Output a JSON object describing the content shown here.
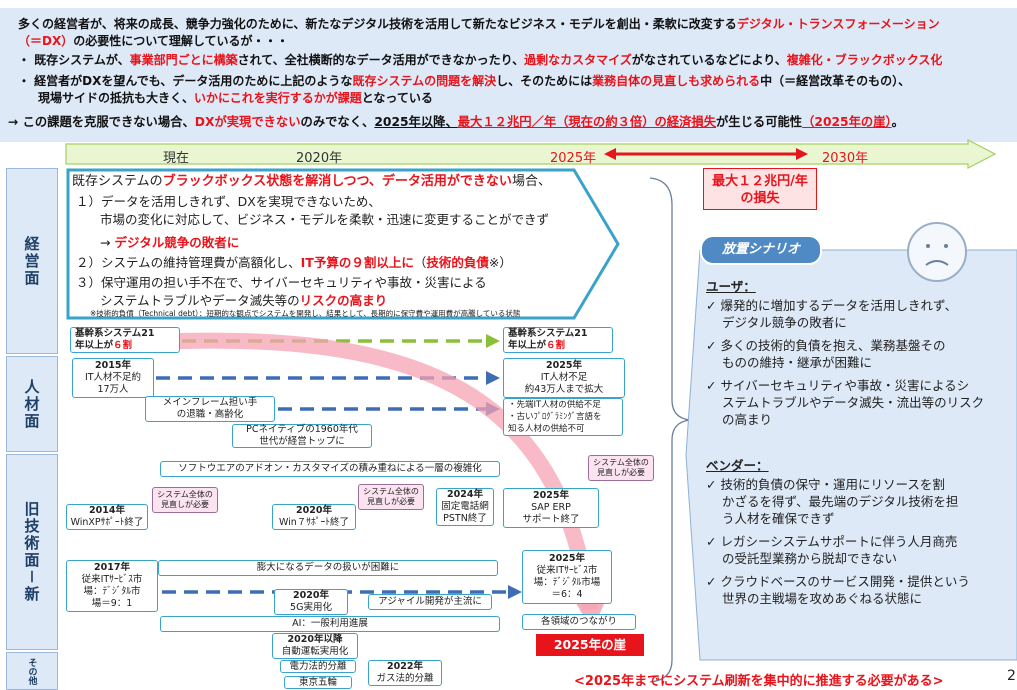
{
  "header": {
    "l1a": "多くの経営者が、将来の成長、競争力強化のために、新たなデジタル技術を活用して新たなビジネス・モデルを創出・柔軟に改変する",
    "l1b": "デジタル・トランスフォーメーション",
    "l2a": "（＝DX）",
    "l2b": "の必要性について理解しているが・・・",
    "l3a": "・ 既存システムが、",
    "l3b": "事業部門ごとに構築",
    "l3c": "されて、全社横断的なデータ活用ができなかったり、",
    "l3d": "過剰なカスタマイズ",
    "l3e": "がなされているなどにより、",
    "l3f": "複雑化・ブラックボックス化",
    "l4a": "・ 経営者がDXを望んでも、データ活用のために上記のような",
    "l4b": "既存システムの問題を解決",
    "l4c": "し、そのためには",
    "l4d": "業務自体の見直しも求められる",
    "l4e": "中（＝経営改革そのもの）、",
    "l5a": "現場サイドの抵抗も大きく、",
    "l5b": "いかにこれを実行するかが課題",
    "l5c": "となっている",
    "l6a": "→ この課題を克服できない場合、",
    "l6b": "DXが実現できない",
    "l6c": "のみでなく、",
    "l6d": "2025年以降、",
    "l6e": "最大１２兆円／年（現在の約３倍）の経済損失",
    "l6f": "が生じる可能性",
    "l6g": "（2025年の崖）",
    "l6h": "。"
  },
  "timeline": {
    "now": "現在",
    "y2020": "2020年",
    "y2025": "2025年",
    "y2030": "2030年"
  },
  "loss_box": {
    "line1": "最大１２兆円/年",
    "line2": "の損失"
  },
  "rows": {
    "mgmt": "経営面",
    "people": "人材面",
    "tech": "旧技術面－新",
    "other": "その他"
  },
  "mgmt_text": {
    "t1a": "既存システムの",
    "t1b": "ブラックボックス状態を解消しつつ、データ活用ができない",
    "t1c": "場合、",
    "t2": "１）データを活用しきれず、DXを実現できないため、",
    "t3": "市場の変化に対応して、ビジネス・モデルを柔軟・迅速に変更することができず",
    "t4a": "→ ",
    "t4b": "デジタル競争の敗者に",
    "t5a": "２）システムの維持管理費が高額化し、",
    "t5b": "IT予算の９割以上に",
    "t5c": "（",
    "t5d": "技術的負債",
    "t5e": "※）",
    "t6": "３）保守運用の担い手不在で、サイバーセキュリティや事故・災害による",
    "t7a": "システムトラブルやデータ滅失等の",
    "t7b": "リスクの高まり",
    "note": "※技術的負債（Technical debt）：短期的な観点でシステムを開発し、結果として、長期的に保守費や運用費が高騰している状態"
  },
  "boxes": {
    "core_now_a": "基幹系システム21",
    "core_now_b": "年以上が",
    "core_now_c": "６割",
    "core_fut_a": "基幹系システム21",
    "core_fut_b": "年以上が",
    "core_fut_c": "６割",
    "hr2015_a": "2015年",
    "hr2015_b": "IT人材不足約",
    "hr2015_c": "17万人",
    "hr2025_a": "2025年",
    "hr2025_b": "IT人材不足",
    "hr2025_c": "約43万人まで拡大",
    "mainframe_a": "メインフレーム担い手",
    "mainframe_b": "の退職・高齢化",
    "pc_a": "PCネイティブの1960年代",
    "pc_b": "世代が経営トップに",
    "lang_a": "・先端IT人材の供給不足",
    "lang_b": "・古いﾌﾟﾛｸﾞﾗﾐﾝｸﾞ言語を",
    "lang_c": "知る人材の供給不可",
    "addon": "ソフトウエアのアドオン・カスタマイズの積み重ねによる一層の複雑化",
    "xp_a": "2014年",
    "xp_b": "WinXPｻﾎﾟｰﾄ終了",
    "w7_a": "2020年",
    "w7_b": "Win７ｻﾎﾟｰﾄ終了",
    "pstn_a": "2024年",
    "pstn_b": "固定電話網",
    "pstn_c": "PSTN終了",
    "sap_a": "2025年",
    "sap_b": "SAP ERP",
    "sap_c": "サポート終了",
    "data": "膨大になるデータの扱いが困難に",
    "mkt2017_a": "2017年",
    "mkt2017_b": "従来ITｻｰﾋﾞｽ市",
    "mkt2017_c": "場：ﾃﾞｼﾞﾀﾙ市",
    "mkt2017_d": "場＝9：1",
    "mkt2025_a": "2025年",
    "mkt2025_b": "従来ITｻｰﾋﾞｽ市",
    "mkt2025_c": "場：ﾃﾞｼﾞﾀﾙ市場",
    "mkt2025_d": "＝6：4",
    "g5_a": "2020年",
    "g5_b": "5G実用化",
    "agile": "アジャイル開発が主流に",
    "ai": "AI：一般利用進展",
    "connect": "各領域のつながり",
    "auto_a": "2020年以降",
    "auto_b": "自動運転実用化",
    "power": "電力法的分離",
    "gas_a": "2022年",
    "gas_b": "ガス法的分離",
    "olympic": "東京五輪",
    "cliff": "2025年の崖"
  },
  "bubbles": {
    "b1": "システム全体の見直しが必要",
    "b2": "システム全体の見直しが必要",
    "b3": "システム全体の見直しが必要"
  },
  "scenario": {
    "title": "放置シナリオ",
    "user_head": "ユーザ：",
    "user_items": [
      "✓ 爆発的に増加するデータを活用しきれず、",
      "デジタル競争の敗者に",
      "✓ 多くの技術的負債を抱え、業務基盤その",
      "ものの維持・継承が困難に",
      "✓ サイバーセキュリティや事故・災害によるシ",
      "ステムトラブルやデータ滅失・流出等のリスク",
      "の高まり"
    ],
    "vendor_head": "ベンダー：",
    "vendor_items": [
      "✓ 技術的負債の保守・運用にリソースを割",
      "かざるを得ず、最先端のデジタル技術を担",
      "う人材を確保できず",
      "✓ レガシーシステムサポートに伴う人月商売",
      "の受託型業務から脱却できない",
      "✓ クラウドベースのサービス開発・提供という",
      "世界の主戦場を攻めあぐねる状態に"
    ]
  },
  "footer": {
    "text": "<2025年までにシステム刷新を集中的に推進する必要がある>",
    "page": "2"
  },
  "colors": {
    "accent_red": "#e8141c",
    "box_border": "#3aa3c9",
    "panel": "#dde9f7"
  }
}
